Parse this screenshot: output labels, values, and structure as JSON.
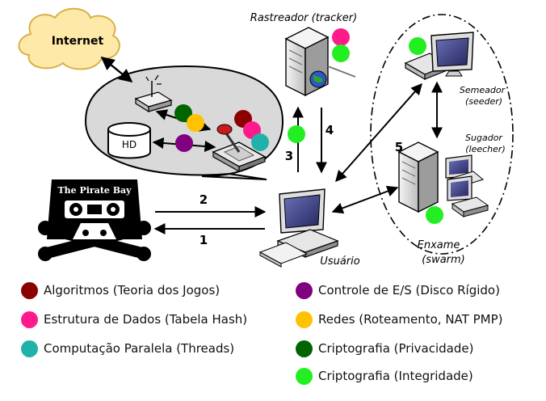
{
  "labels": {
    "internet": "Internet",
    "tracker": "Rastreador (tracker)",
    "hd": "HD",
    "seeder_pt": "Semeador",
    "seeder_en": "(seeder)",
    "leecher_pt": "Sugador",
    "leecher_en": "(leecher)",
    "swarm_pt": "Enxame",
    "swarm_en": "(swarm)",
    "user": "Usuário",
    "piratebay": "The Pirate Bay"
  },
  "steps": {
    "s1": "1",
    "s2": "2",
    "s3": "3",
    "s4": "4",
    "s5": "5"
  },
  "legend": {
    "left": [
      {
        "label": "Algoritmos (Teoria dos Jogos)",
        "color": "#8b0000"
      },
      {
        "label": "Estrutura de Dados (Tabela Hash)",
        "color": "#ff1a8c"
      },
      {
        "label": "Computação Paralela (Threads)",
        "color": "#20b2aa"
      }
    ],
    "right": [
      {
        "label": "Controle de E/S (Disco Rígido)",
        "color": "#800080"
      },
      {
        "label": "Redes (Roteamento, NAT PMP)",
        "color": "#ffc200"
      },
      {
        "label": "Criptografia (Privacidade)",
        "color": "#006400"
      },
      {
        "label": "Criptografia (Integridade)",
        "color": "#22ee22"
      }
    ]
  }
}
